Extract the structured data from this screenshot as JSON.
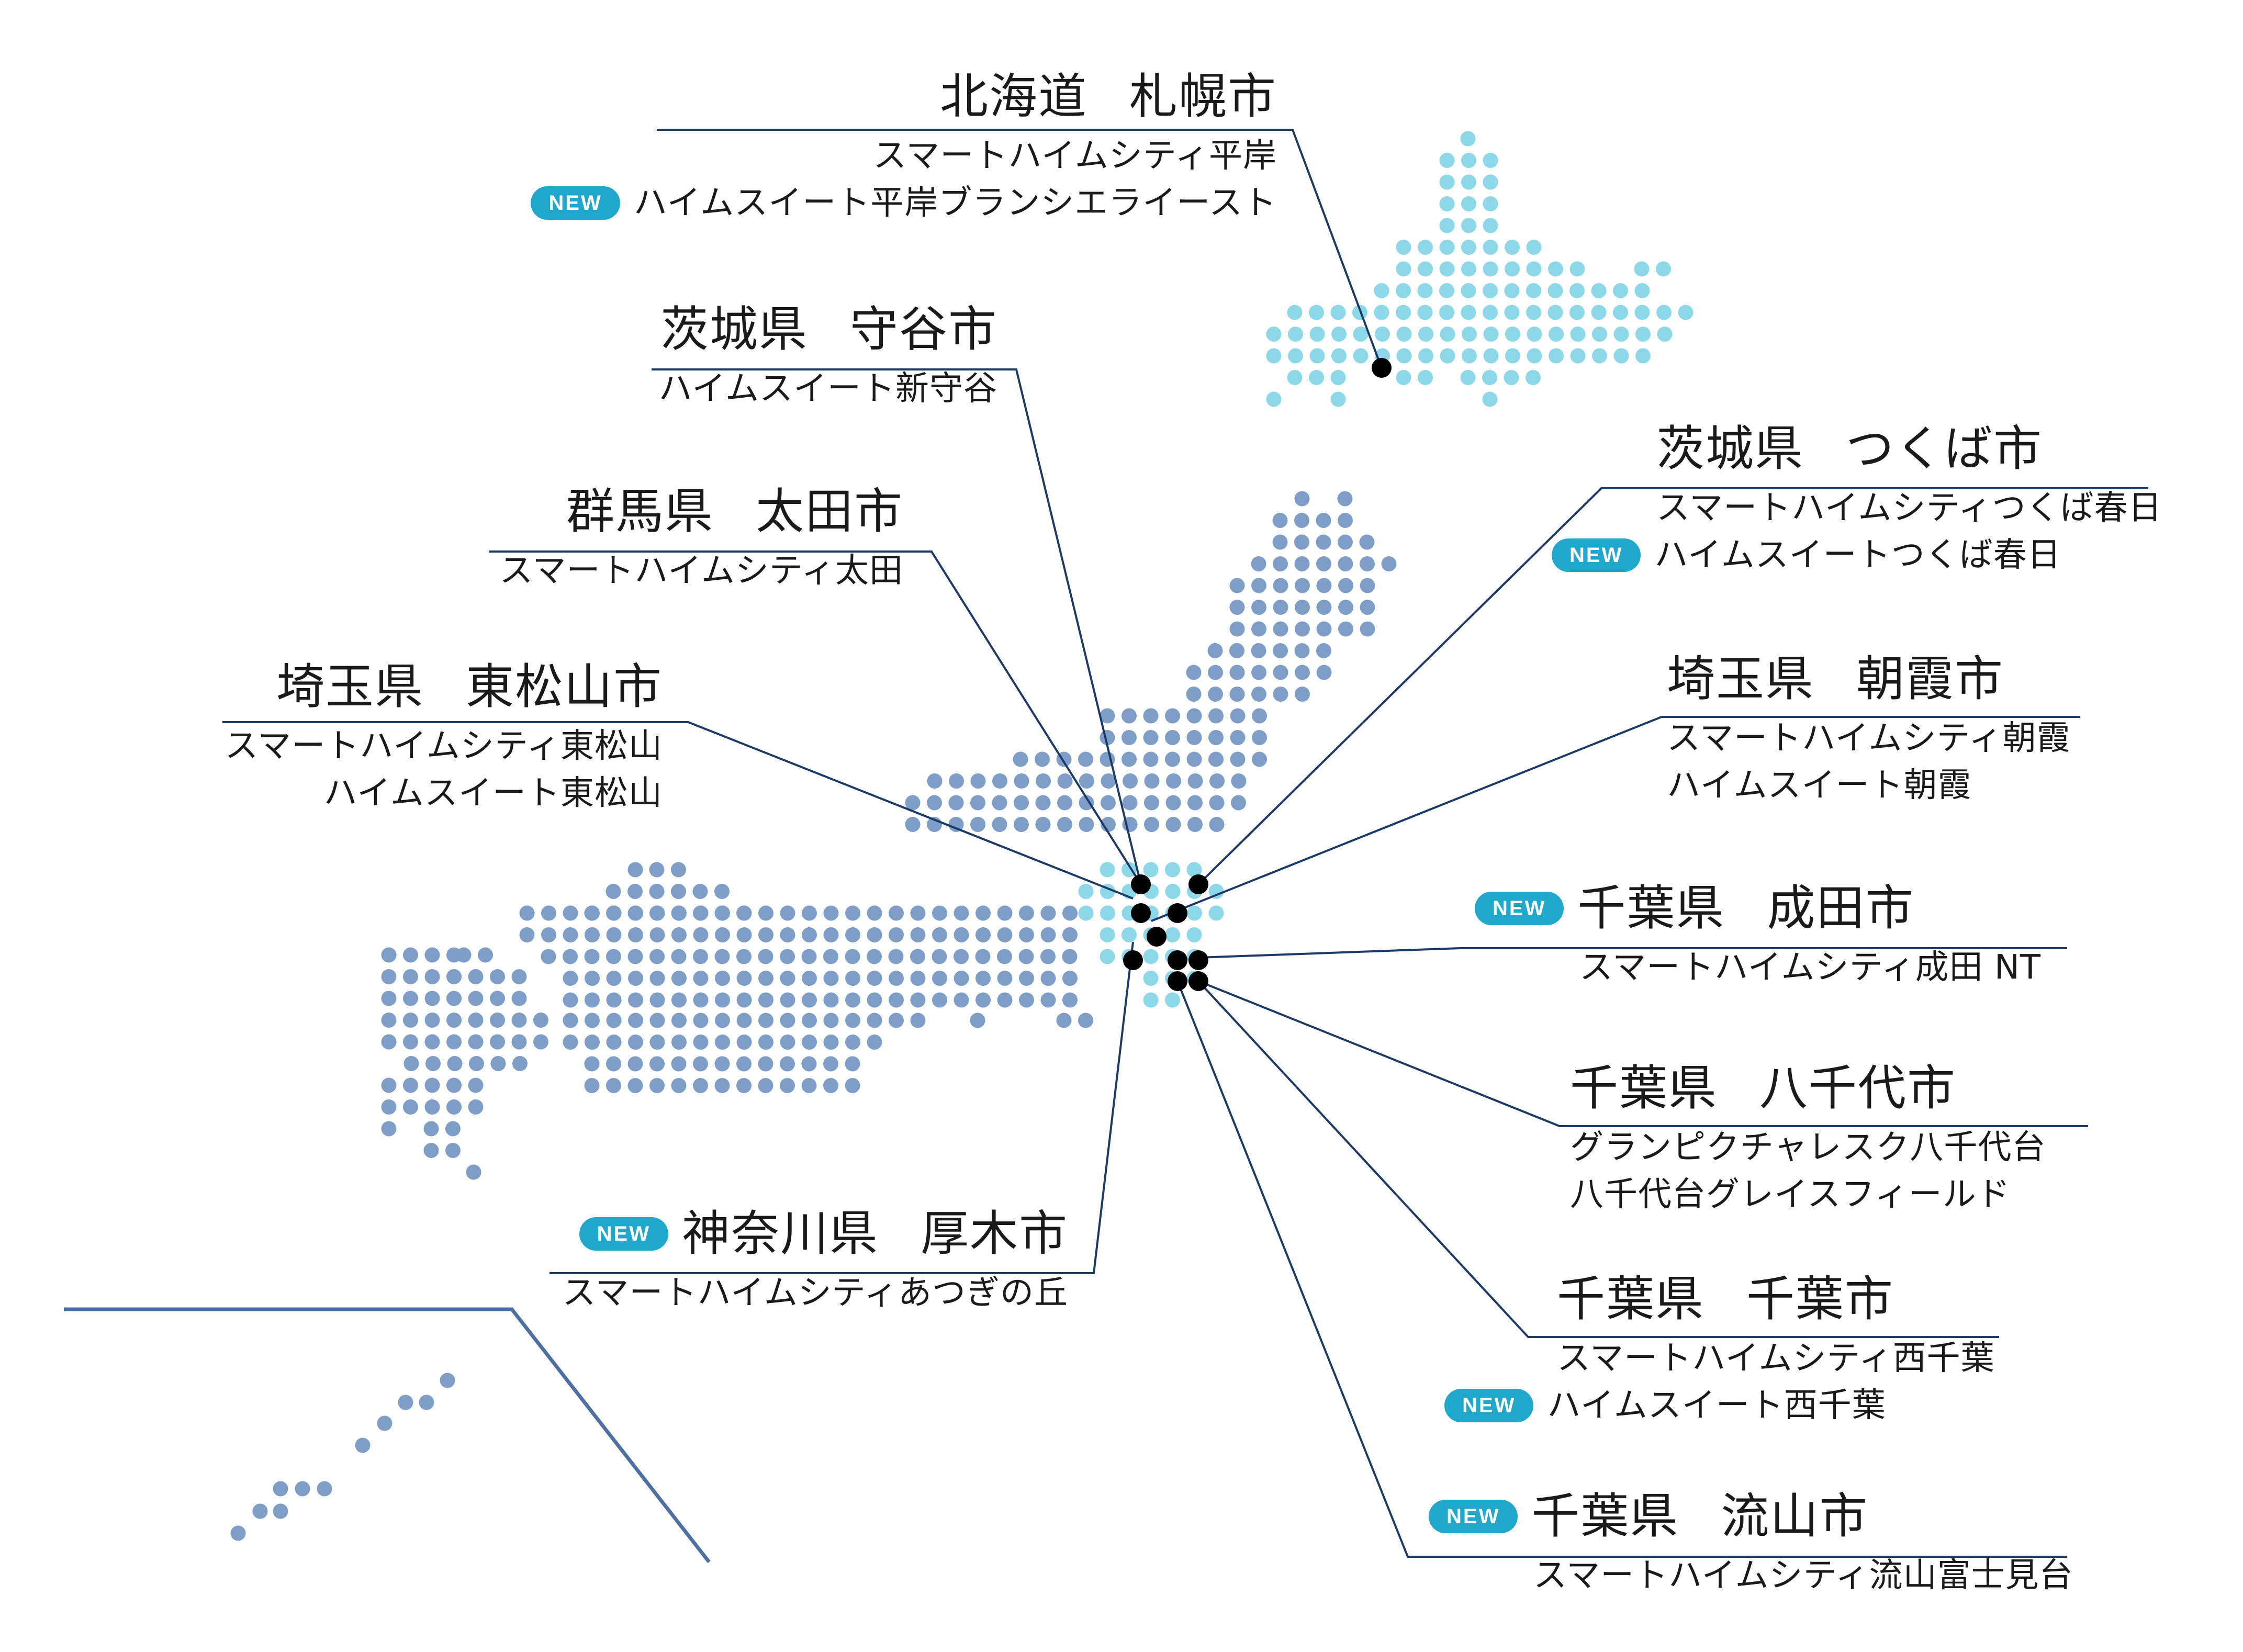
{
  "badge_new": "NEW",
  "colors": {
    "land_west": "#7e9dc7",
    "land_east": "#8dd8e8",
    "pin": "#000000",
    "leader": "#1c3a66",
    "badge": "#1fa8cc"
  },
  "locations": [
    {
      "id": "sapporo",
      "pref": "北海道",
      "city": "札幌市",
      "properties": [
        {
          "name": "スマートハイムシティ平岸",
          "new": false
        },
        {
          "name": "ハイムスイート平岸ブランシエライースト",
          "new": true
        }
      ]
    },
    {
      "id": "moriya",
      "pref": "茨城県",
      "city": "守谷市",
      "properties": [
        {
          "name": "ハイムスイート新守谷",
          "new": false
        }
      ]
    },
    {
      "id": "ota",
      "pref": "群馬県",
      "city": "太田市",
      "properties": [
        {
          "name": "スマートハイムシティ太田",
          "new": false
        }
      ]
    },
    {
      "id": "higashimatsuyama",
      "pref": "埼玉県",
      "city": "東松山市",
      "properties": [
        {
          "name": "スマートハイムシティ東松山",
          "new": false
        },
        {
          "name": "ハイムスイート東松山",
          "new": false
        }
      ]
    },
    {
      "id": "atsugi",
      "pref": "神奈川県",
      "city": "厚木市",
      "new": true,
      "properties": [
        {
          "name": "スマートハイムシティあつぎの丘",
          "new": false
        }
      ]
    },
    {
      "id": "tsukuba",
      "pref": "茨城県",
      "city": "つくば市",
      "properties": [
        {
          "name": "スマートハイムシティつくば春日",
          "new": false
        },
        {
          "name": "ハイムスイートつくば春日",
          "new": true
        }
      ]
    },
    {
      "id": "asaka",
      "pref": "埼玉県",
      "city": "朝霞市",
      "properties": [
        {
          "name": "スマートハイムシティ朝霞",
          "new": false
        },
        {
          "name": "ハイムスイート朝霞",
          "new": false
        }
      ]
    },
    {
      "id": "narita",
      "pref": "千葉県",
      "city": "成田市",
      "new": true,
      "properties": [
        {
          "name": "スマートハイムシティ成田 NT",
          "new": false
        }
      ]
    },
    {
      "id": "yachiyo",
      "pref": "千葉県",
      "city": "八千代市",
      "properties": [
        {
          "name": "グランピクチャレスク八千代台",
          "new": false
        },
        {
          "name": "八千代台グレイスフィールド",
          "new": false
        }
      ]
    },
    {
      "id": "chiba",
      "pref": "千葉県",
      "city": "千葉市",
      "properties": [
        {
          "name": "スマートハイムシティ西千葉",
          "new": false
        },
        {
          "name": "ハイムスイート西千葉",
          "new": true
        }
      ]
    },
    {
      "id": "nagareyama",
      "pref": "千葉県",
      "city": "流山市",
      "new": true,
      "properties": [
        {
          "name": "スマートハイムシティ流山富士見台",
          "new": false
        }
      ]
    }
  ]
}
